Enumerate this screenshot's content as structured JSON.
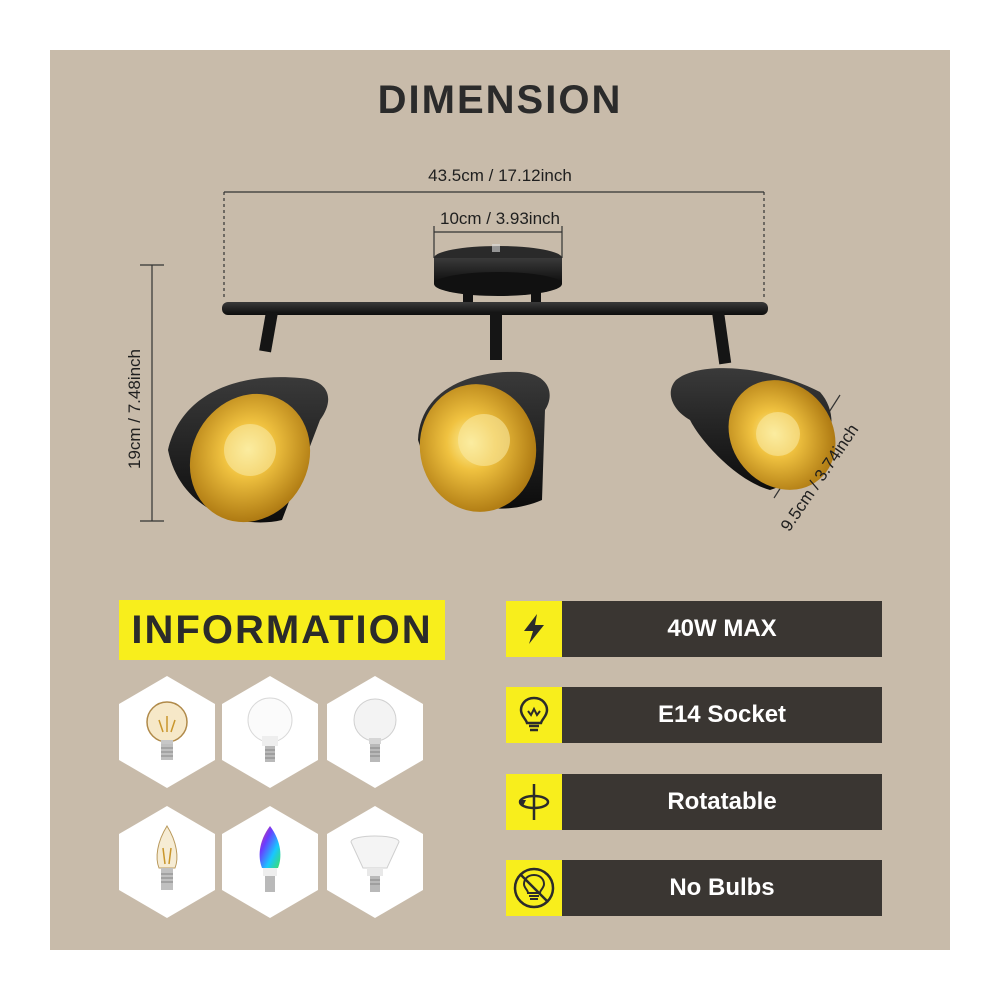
{
  "title": "DIMENSION",
  "dimensions": {
    "width": "43.5cm / 17.12inch",
    "canopy": "10cm / 3.93inch",
    "height": "19cm / 7.48inch",
    "shade": "9.5cm / 3.74inch"
  },
  "colors": {
    "background": "#c8bbaa",
    "accent_yellow": "#f8ee1c",
    "bar_dark": "#3a3632",
    "shade_gold": "#d9a21b"
  },
  "information": {
    "title": "INFORMATION",
    "bulbs": [
      {
        "icon": "filament-globe-bulb-icon"
      },
      {
        "icon": "led-globe-bulb-icon"
      },
      {
        "icon": "frosted-globe-bulb-icon"
      },
      {
        "icon": "filament-candle-bulb-icon"
      },
      {
        "icon": "rgb-candle-bulb-icon"
      },
      {
        "icon": "reflector-bulb-icon"
      }
    ]
  },
  "features": [
    {
      "icon": "lightning-icon",
      "label": "40W MAX"
    },
    {
      "icon": "bulb-icon",
      "label": "E14 Socket"
    },
    {
      "icon": "rotate-icon",
      "label": "Rotatable"
    },
    {
      "icon": "no-bulb-icon",
      "label": "No Bulbs"
    }
  ]
}
